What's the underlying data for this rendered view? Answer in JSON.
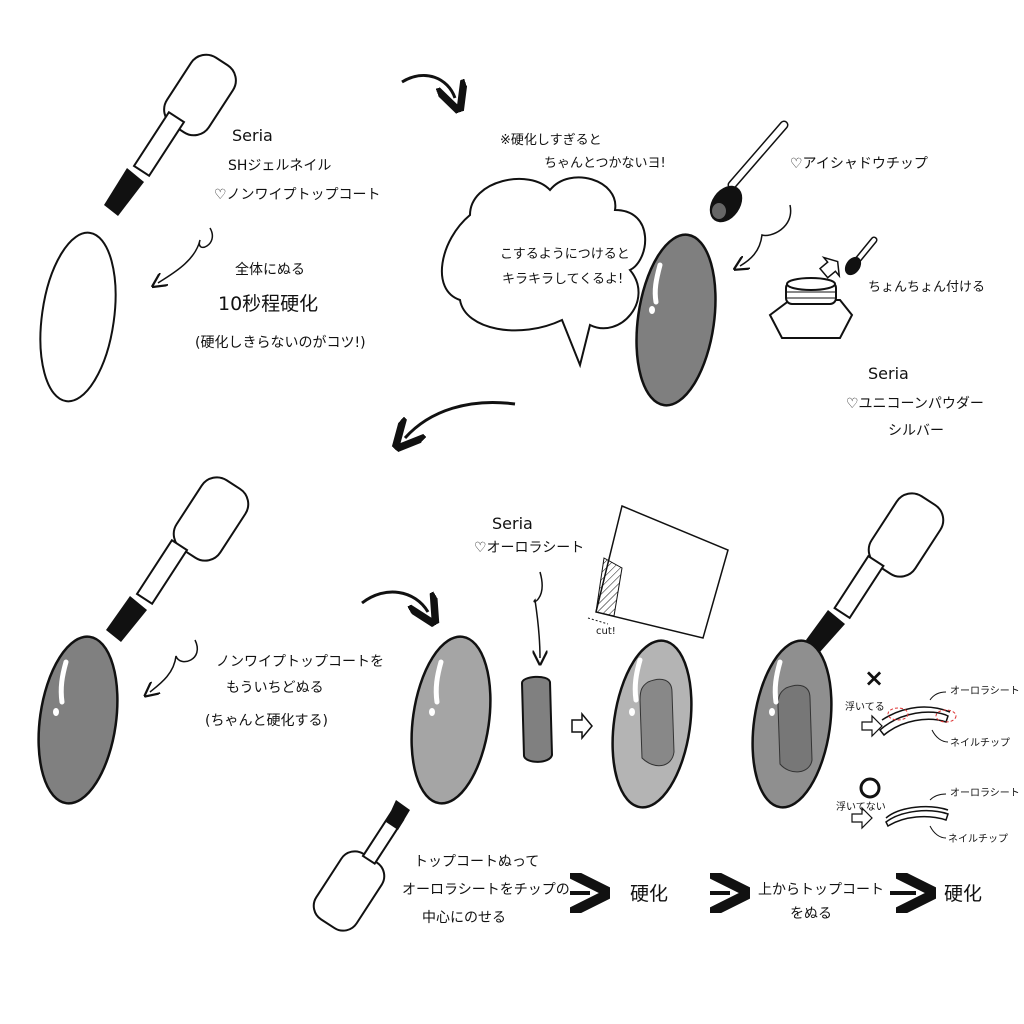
{
  "step1": {
    "brand": "Seria",
    "product": "SHジェルネイル",
    "item": "♡ノンワイプトップコート",
    "line1": "全体にぬる",
    "line2": "10秒程硬化",
    "line3": "(硬化しきらないのがコツ!)"
  },
  "step2": {
    "warning": "※硬化しすぎると",
    "warning2": "ちゃんとつかないヨ!",
    "bubble1": "こするようにつけると",
    "bubble2": "キラキラしてくるよ!",
    "tip_label": "♡アイシャドウチップ",
    "dab_label": "ちょんちょん付ける",
    "brand": "Seria",
    "powder1": "♡ユニコーンパウダー",
    "powder2": "シルバー"
  },
  "step3": {
    "line1": "ノンワイプトップコートを",
    "line2": "もういちどぬる",
    "line3": "(ちゃんと硬化する)"
  },
  "step4": {
    "brand": "Seria",
    "sheet": "♡オーロラシート",
    "cut": "cut!",
    "bottom1": "トップコートぬって",
    "bottom2": "オーロラシートをチップの",
    "bottom3": "中心にのせる",
    "cure": "硬化",
    "top1": "上からトップコート",
    "top2": "をぬる",
    "cure2": "硬化"
  },
  "notes": {
    "bad_mark": "×",
    "lifted": "浮いてる",
    "aurora": "オーロラシート",
    "tip": "ネイルチップ",
    "good_mark": "O",
    "not_lifted": "浮いてない",
    "aurora2": "オーロラシート",
    "tip2": "ネイルチップ"
  }
}
